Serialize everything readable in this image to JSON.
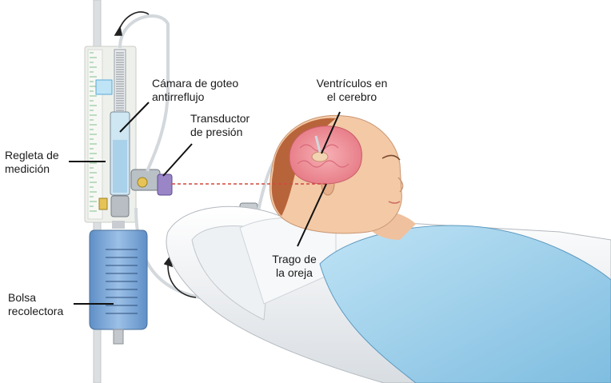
{
  "labels": {
    "camara": "Cámara de goteo\nantirreflujo",
    "transductor": "Transductor\nde presión",
    "ventriculos": "Ventrículos en\nel cerebro",
    "regleta": "Regleta de\nmedición",
    "trago": "Trago de\nla oreja",
    "bolsa": "Bolsa\nrecolectora"
  },
  "colors": {
    "skin": "#f3c9a6",
    "hair": "#b8643a",
    "brain": "#f08a94",
    "gown": "#9fd0ea",
    "bed": "#f1f3f5",
    "tube": "#d5d9dd",
    "bag": "#7fa8d8",
    "pole": "#d9dcdf",
    "laser": "#d0493f",
    "leader": "#111111"
  }
}
